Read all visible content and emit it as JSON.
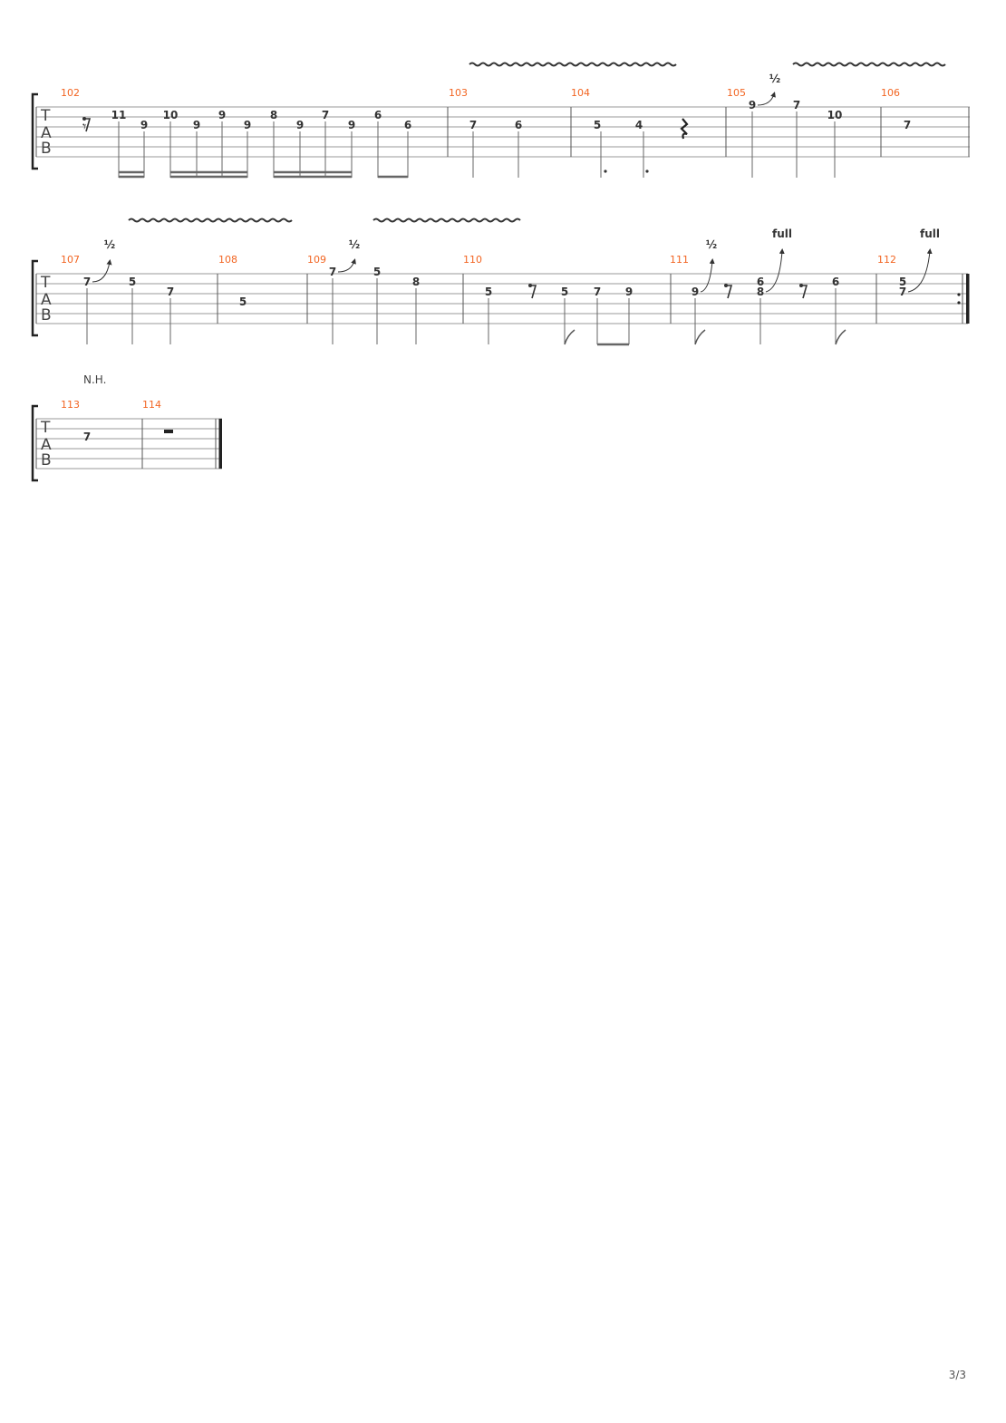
{
  "page_number": "3/3",
  "labels": {
    "tab_clef": [
      "T",
      "A",
      "B"
    ],
    "bend_half": "½",
    "bend_full": "full",
    "natural_harmonic": "N.H."
  },
  "systems": [
    {
      "measures": [
        {
          "number": "102",
          "notes": [
            {
              "kind": "rest"
            },
            {
              "fret": "11",
              "string": 1
            },
            {
              "fret": "9",
              "string": 2
            },
            {
              "fret": "10",
              "string": 1
            },
            {
              "fret": "9",
              "string": 2
            },
            {
              "fret": "9",
              "string": 1
            },
            {
              "fret": "9",
              "string": 2
            },
            {
              "fret": "8",
              "string": 1
            },
            {
              "fret": "9",
              "string": 2
            },
            {
              "fret": "7",
              "string": 1
            },
            {
              "fret": "9",
              "string": 2
            },
            {
              "fret": "6",
              "string": 1
            },
            {
              "fret": "6",
              "string": 2
            }
          ]
        },
        {
          "number": "103",
          "notes": [
            {
              "fret": "7",
              "string": 2
            },
            {
              "fret": "6",
              "string": 2
            }
          ]
        },
        {
          "number": "104",
          "notes": [
            {
              "fret": "5",
              "string": 2
            },
            {
              "fret": "4",
              "string": 2
            },
            {
              "kind": "rest"
            }
          ]
        },
        {
          "number": "105",
          "notes": [
            {
              "fret": "9",
              "string": 0,
              "bend": "½"
            },
            {
              "fret": "7",
              "string": 0
            },
            {
              "fret": "10",
              "string": 1
            }
          ]
        },
        {
          "number": "106",
          "notes": [
            {
              "fret": "7",
              "string": 2
            }
          ]
        }
      ]
    },
    {
      "measures": [
        {
          "number": "107",
          "notes": [
            {
              "fret": "7",
              "string": 1,
              "bend": "½"
            },
            {
              "fret": "5",
              "string": 1
            },
            {
              "fret": "7",
              "string": 2
            }
          ]
        },
        {
          "number": "108",
          "notes": [
            {
              "fret": "5",
              "string": 3
            }
          ]
        },
        {
          "number": "109",
          "notes": [
            {
              "fret": "7",
              "string": 0,
              "bend": "½"
            },
            {
              "fret": "5",
              "string": 0
            },
            {
              "fret": "8",
              "string": 1
            }
          ]
        },
        {
          "number": "110",
          "notes": [
            {
              "fret": "5",
              "string": 2
            },
            {
              "kind": "rest"
            },
            {
              "fret": "5",
              "string": 2
            },
            {
              "fret": "7",
              "string": 2
            },
            {
              "fret": "9",
              "string": 2
            }
          ]
        },
        {
          "number": "111",
          "notes": [
            {
              "fret": "9",
              "string": 2,
              "bend": "½"
            },
            {
              "kind": "rest"
            },
            {
              "fret": "6",
              "string": 1
            },
            {
              "fret": "8",
              "string": 2,
              "bend": "full"
            },
            {
              "kind": "rest"
            },
            {
              "fret": "6",
              "string": 1
            }
          ]
        },
        {
          "number": "112",
          "notes": [
            {
              "fret": "5",
              "string": 1
            },
            {
              "fret": "7",
              "string": 2,
              "bend": "full"
            }
          ]
        }
      ]
    },
    {
      "measures": [
        {
          "number": "113",
          "notes": [
            {
              "fret": "7",
              "string": 2,
              "harmonic": "N.H."
            }
          ]
        },
        {
          "number": "114",
          "notes": [
            {
              "kind": "rest"
            }
          ]
        }
      ]
    }
  ]
}
